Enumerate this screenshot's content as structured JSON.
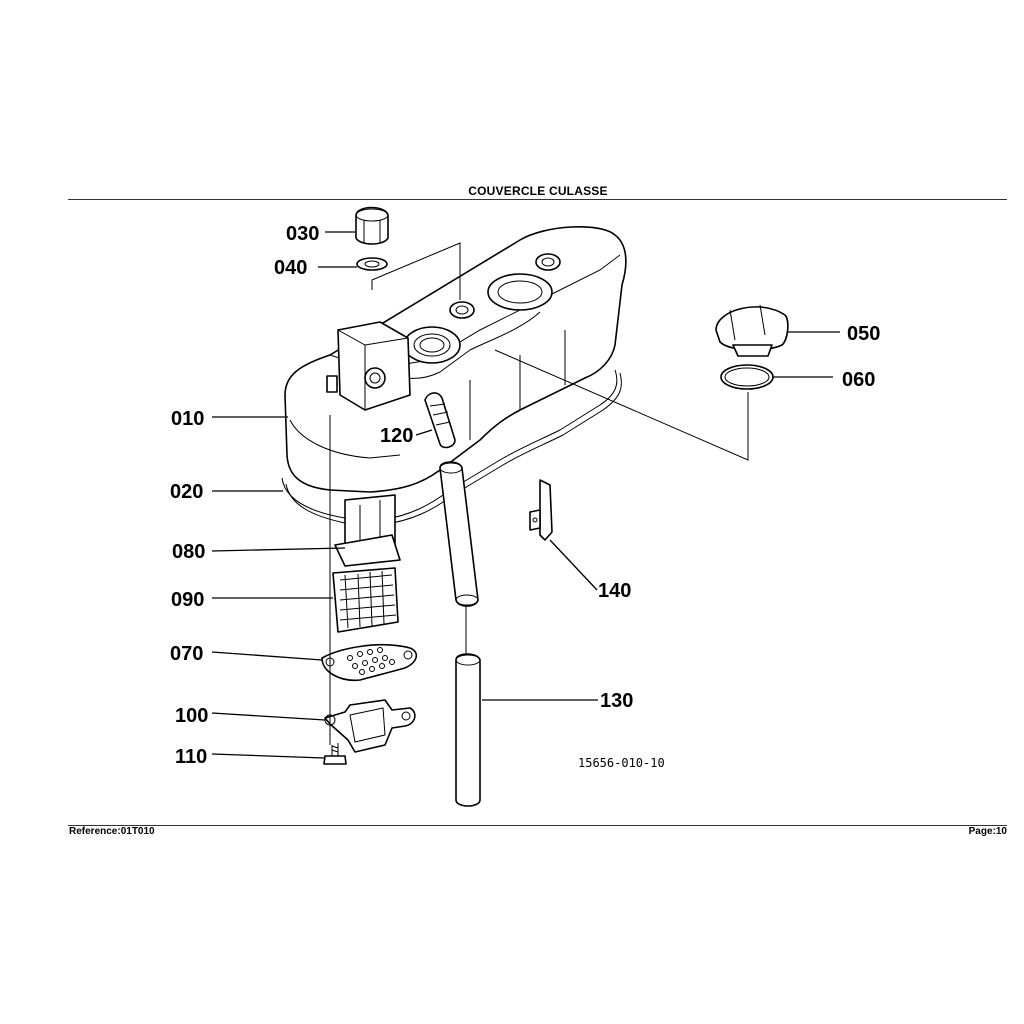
{
  "page": {
    "title": "COUVERCLE CULASSE",
    "reference": "Reference:01T010",
    "page_number": "Page:10"
  },
  "diagram": {
    "drawing_code": "15656-010-10",
    "callouts": [
      {
        "id": "010"
      },
      {
        "id": "020"
      },
      {
        "id": "030"
      },
      {
        "id": "040"
      },
      {
        "id": "050"
      },
      {
        "id": "060"
      },
      {
        "id": "070"
      },
      {
        "id": "080"
      },
      {
        "id": "090"
      },
      {
        "id": "100"
      },
      {
        "id": "110"
      },
      {
        "id": "120"
      },
      {
        "id": "130"
      },
      {
        "id": "140"
      }
    ]
  }
}
